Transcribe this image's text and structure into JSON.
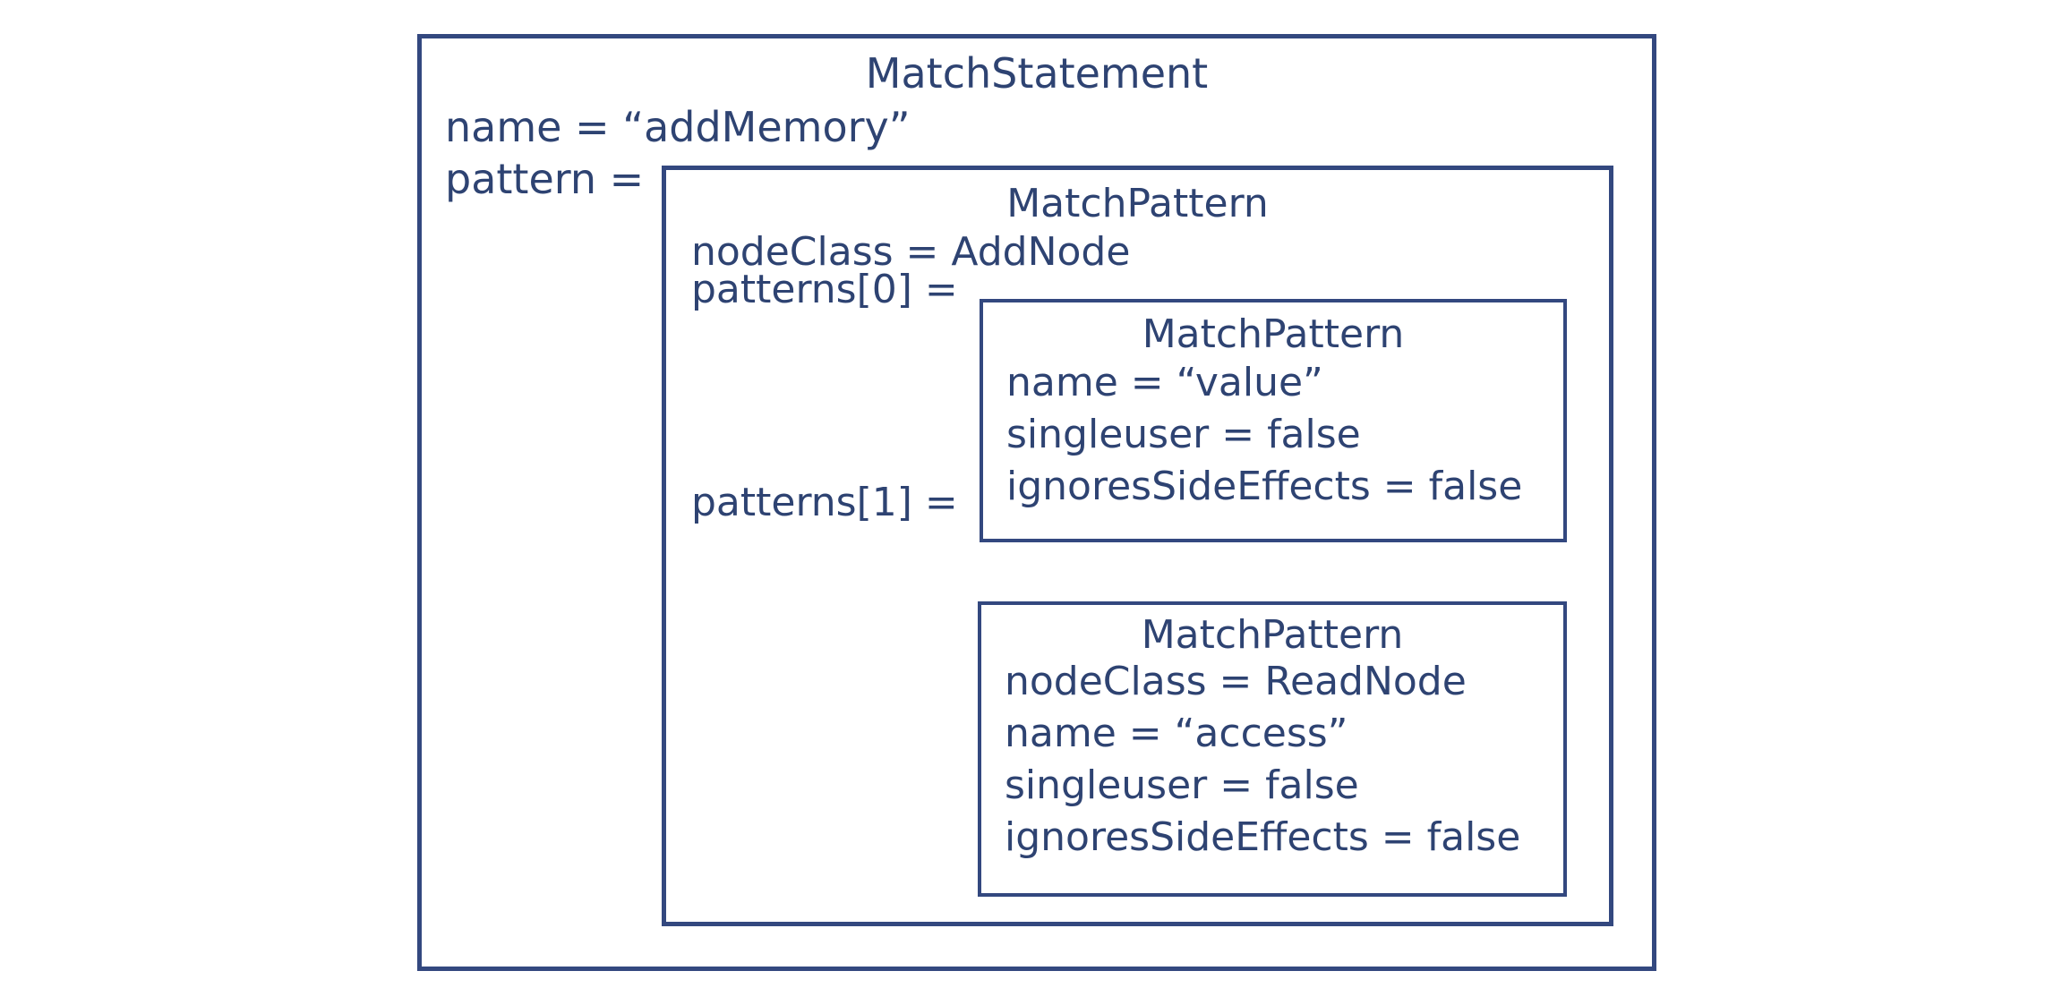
{
  "diagram": {
    "type": "nested-object-boxes",
    "accent_color": "#33487f",
    "text_color": "#2e4372",
    "background_color": "#ffffff",
    "root": {
      "title": "MatchStatement",
      "fields": {
        "name": "name = “addMemory”",
        "pattern": "pattern ="
      },
      "pattern": {
        "title": "MatchPattern",
        "fields": {
          "nodeClass": "nodeClass = AddNode",
          "patterns0": "patterns[0] =",
          "patterns1": "patterns[1] ="
        },
        "patterns": [
          {
            "title": "MatchPattern",
            "fields": {
              "name": "name = “value”",
              "singleuser": "singleuser = false",
              "ignoresSideEffects": "ignoresSideEffects = false"
            }
          },
          {
            "title": "MatchPattern",
            "fields": {
              "nodeClass": "nodeClass = ReadNode",
              "name": "name = “access”",
              "singleuser": "singleuser = false",
              "ignoresSideEffects": "ignoresSideEffects = false"
            }
          }
        ]
      }
    }
  }
}
